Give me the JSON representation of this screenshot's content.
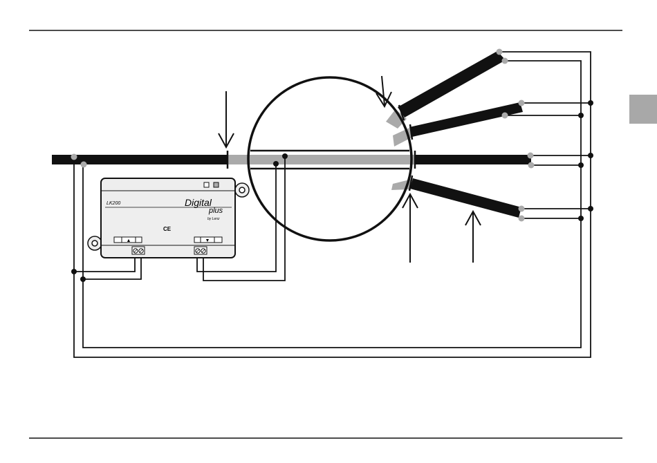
{
  "module": {
    "model": "LK200",
    "brand_main": "Digital",
    "brand_sub": "plus",
    "brand_by": "by Lenz",
    "ce_mark": "CE",
    "port_left_symbol": "▲",
    "port_right_symbol": "▼"
  },
  "colors": {
    "track_main": "#111111",
    "track_isolated": "#aaaaaa",
    "wire": "#111111",
    "rail_dot_light": "#aaaaaa",
    "rail_dot_dark": "#111111",
    "module_fill": "#eeeeee",
    "page_tab": "#a8a8a8"
  }
}
